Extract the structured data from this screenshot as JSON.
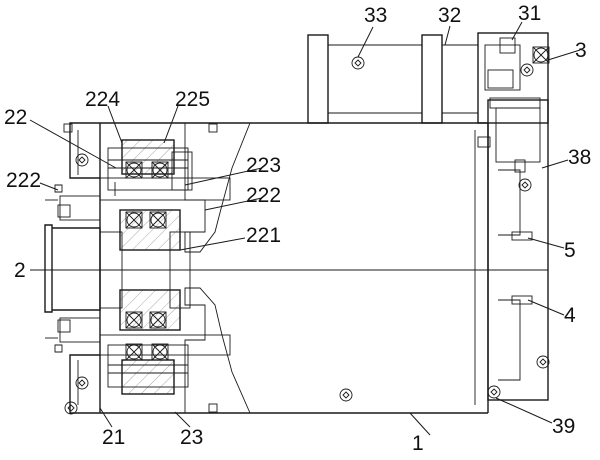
{
  "labels": {
    "l33": "33",
    "l32": "32",
    "l31": "31",
    "l3": "3",
    "l224": "224",
    "l225": "225",
    "l22": "22",
    "l223": "223",
    "l222a": "222",
    "l222b": "222",
    "l221": "221",
    "l38": "38",
    "l2": "2",
    "l5": "5",
    "l4": "4",
    "l21": "21",
    "l23": "23",
    "l1": "1",
    "l39": "39"
  }
}
